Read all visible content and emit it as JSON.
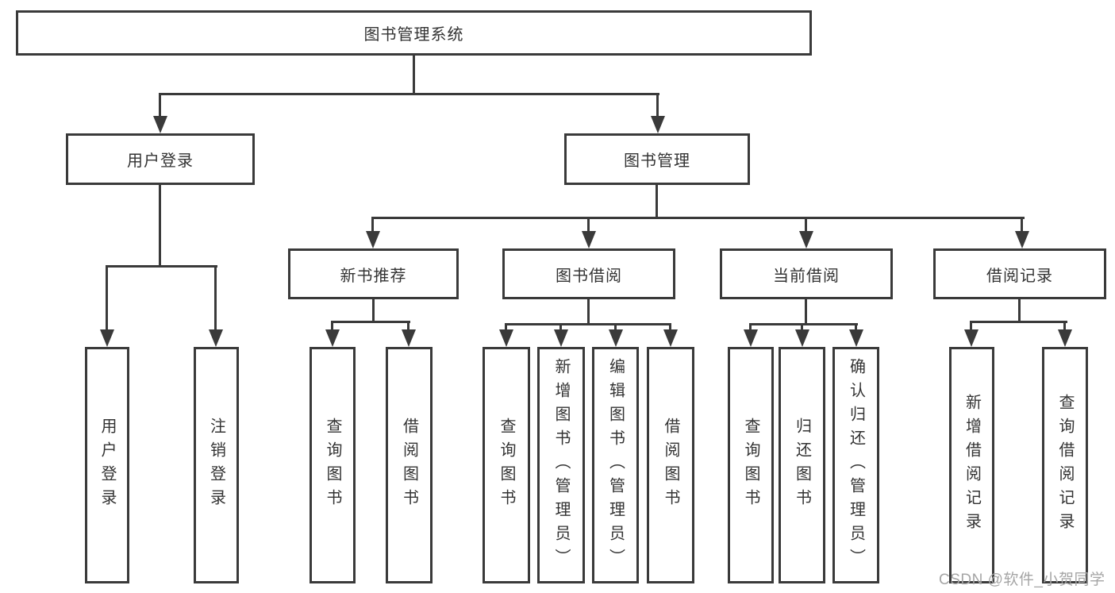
{
  "colors": {
    "line": "#3a3a3a",
    "text": "#333333",
    "background": "#ffffff",
    "watermark": "#a5a5a5"
  },
  "tree": {
    "label": "图书管理系统",
    "children": [
      {
        "label": "用户登录",
        "children": [
          {
            "label": "用户登录"
          },
          {
            "label": "注销登录"
          }
        ]
      },
      {
        "label": "图书管理",
        "children": [
          {
            "label": "新书推荐",
            "children": [
              {
                "label": "查询图书"
              },
              {
                "label": "借阅图书"
              }
            ]
          },
          {
            "label": "图书借阅",
            "children": [
              {
                "label": "查询图书"
              },
              {
                "label": "新增图书（管理员）"
              },
              {
                "label": "编辑图书（管理员）"
              },
              {
                "label": "借阅图书"
              }
            ]
          },
          {
            "label": "当前借阅",
            "children": [
              {
                "label": "查询图书"
              },
              {
                "label": "归还图书"
              },
              {
                "label": "确认归还（管理员）"
              }
            ]
          },
          {
            "label": "借阅记录",
            "children": [
              {
                "label": "新增借阅记录"
              },
              {
                "label": "查询借阅记录"
              }
            ]
          }
        ]
      }
    ]
  },
  "watermark": {
    "text": "CSDN @软件_小贺同学"
  }
}
